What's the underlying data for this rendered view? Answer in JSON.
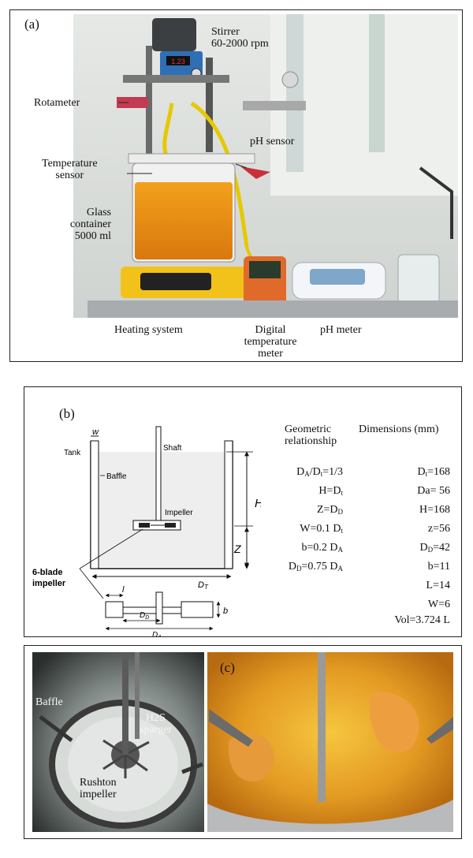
{
  "panel_a": {
    "tag": "(a)",
    "labels": {
      "stirrer_line1": "Stirrer",
      "stirrer_line2": "60-2000 rpm",
      "rotameter": "Rotameter",
      "ph_sensor": "pH sensor",
      "temp_sensor_line1": "Temperature",
      "temp_sensor_line2": "sensor",
      "glass_line1": "Glass",
      "glass_line2": "container",
      "glass_line3": "5000 ml",
      "heating": "Heating system",
      "digital_line1": "Digital",
      "digital_line2": "temperature",
      "digital_line3": "meter",
      "ph_meter": "pH meter",
      "display": "1.23"
    }
  },
  "panel_b": {
    "tag": "(b)",
    "diagram": {
      "w": "w",
      "tank": "Tank",
      "shaft": "Shaft",
      "baffle": "Baffle",
      "impeller": "Impeller",
      "H": "H",
      "Z": "Z",
      "DT": "D",
      "DT_sub": "T",
      "blade_line1": "6-blade",
      "blade_line2": "impeller",
      "l": "l",
      "b": "b",
      "DD": "D",
      "DD_sub": "D",
      "DA": "D",
      "DA_sub": "A"
    },
    "headers": {
      "geometric_line1": "Geometric",
      "geometric_line2": "relationship",
      "dimensions": "Dimensions (mm)"
    },
    "relationships": [
      {
        "a": "D",
        "asub": "A",
        "b": "/D",
        "bsub": "t",
        "c": "=1/3"
      },
      {
        "a": "H=D",
        "asub": "t",
        "b": "",
        "bsub": "",
        "c": ""
      },
      {
        "a": "Z=D",
        "asub": "D",
        "b": "",
        "bsub": "",
        "c": ""
      },
      {
        "a": "W=0.1 D",
        "asub": "t",
        "b": "",
        "bsub": "",
        "c": ""
      },
      {
        "a": "b=0.2 D",
        "asub": "A",
        "b": "",
        "bsub": "",
        "c": ""
      },
      {
        "a": "D",
        "asub": "D",
        "b": "=0.75 D",
        "bsub": "A",
        "c": ""
      }
    ],
    "dimensions": [
      {
        "a": "D",
        "asub": "t",
        "c": "=168"
      },
      {
        "a": "Da= 56",
        "asub": "",
        "c": ""
      },
      {
        "a": "H=168",
        "asub": "",
        "c": ""
      },
      {
        "a": "z=56",
        "asub": "",
        "c": ""
      },
      {
        "a": "D",
        "asub": "D",
        "c": "=42"
      },
      {
        "a": "b=11",
        "asub": "",
        "c": ""
      },
      {
        "a": "L=14",
        "asub": "",
        "c": ""
      },
      {
        "a": "W=6",
        "asub": "",
        "c": ""
      }
    ],
    "volume": "Vol=3.724 L"
  },
  "panel_c": {
    "tag": "(c)",
    "labels": {
      "baffle": "Baffle",
      "sparger_line1": "H2S",
      "sparger_line2": "sparger",
      "rushton_line1": "Rushton",
      "rushton_line2": "impeller"
    }
  }
}
